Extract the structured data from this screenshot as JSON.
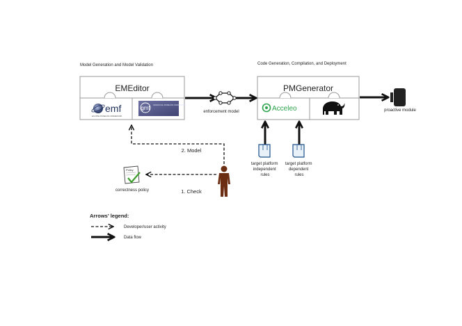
{
  "sections": {
    "left_title": "Model Generation and Model Validation",
    "right_title": "Code Generation, Compilation, and Deployment"
  },
  "emeditor": {
    "title": "EMEditor",
    "logo_emf": "emf",
    "logo_emf_sub": "ECLIPSE MODELING FRAMEWORK",
    "logo_gmf": "gmf",
    "logo_gmf_sub": "GRAPHICAL MODELING FRAMEWORK"
  },
  "pmgenerator": {
    "title": "PMGenerator",
    "logo_acceleo": "Acceleo"
  },
  "labels": {
    "enforcement_model": "enforcement model",
    "proactive_module": "proactive module",
    "model_step": "2. Model",
    "check_step": "1. Check",
    "correctness_policy": "correctness policy",
    "policy_doc": "Policy",
    "independent_rules": [
      "target platform",
      "independent",
      "rules"
    ],
    "dependent_rules": [
      "target platform",
      "dependent",
      "rules"
    ]
  },
  "legend": {
    "title": "Arrows' legend:",
    "dashed": "Developer/user activity",
    "solid": "Data flow"
  },
  "colors": {
    "box_border": "#9a9a9a",
    "arrow": "#111111",
    "person": "#6b2e12",
    "emf_logo": "#1f2f5c",
    "gmf_logo": "#4e5484",
    "acceleo": "#2ba34a",
    "policy_check": "#3c9c2c"
  }
}
